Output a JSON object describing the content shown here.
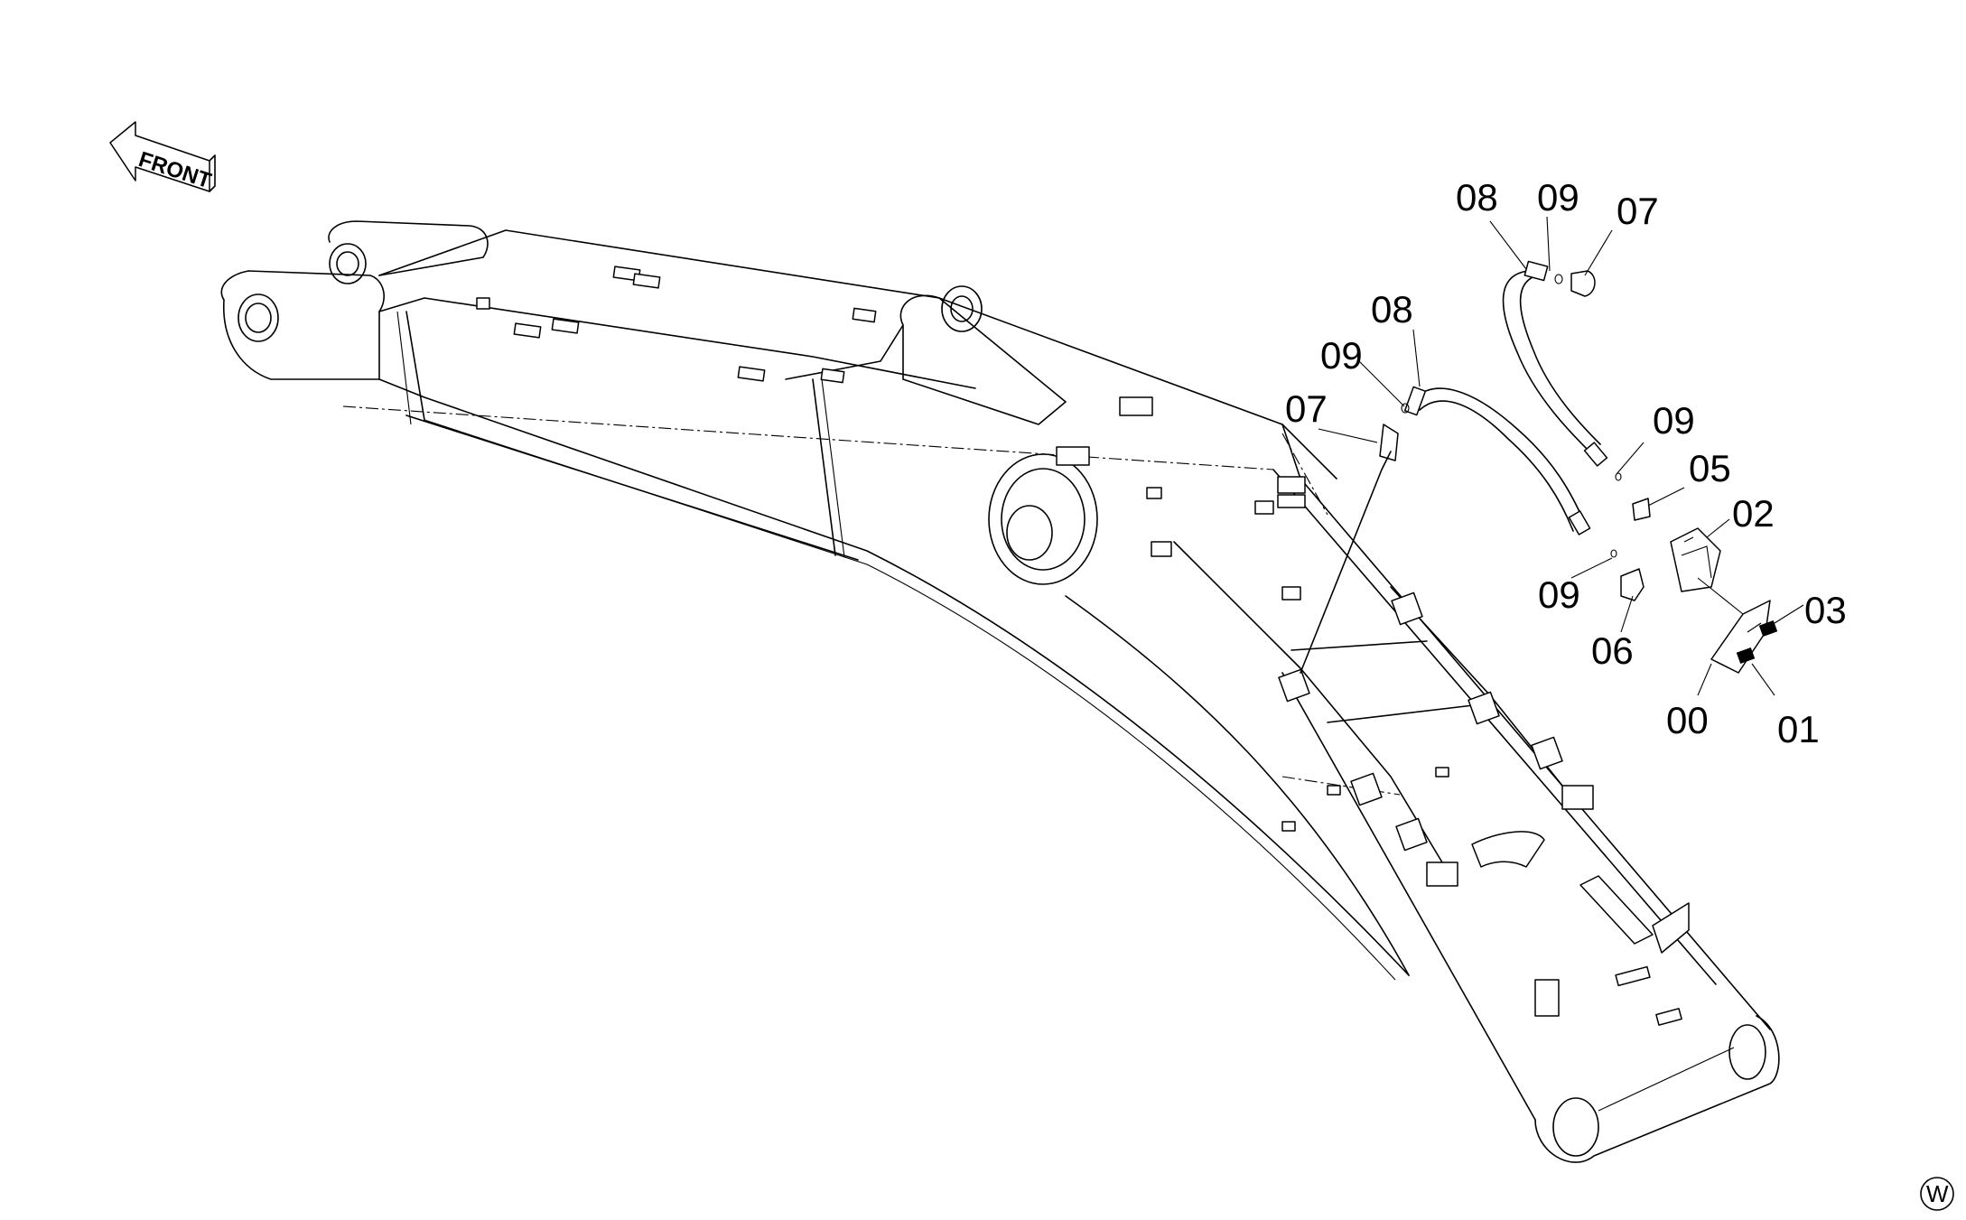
{
  "direction_label": "FRONT",
  "callouts": [
    {
      "id": "c-08-top",
      "text": "08"
    },
    {
      "id": "c-09-top",
      "text": "09"
    },
    {
      "id": "c-07-top",
      "text": "07"
    },
    {
      "id": "c-08-mid",
      "text": "08"
    },
    {
      "id": "c-09-mid",
      "text": "09"
    },
    {
      "id": "c-07-mid",
      "text": "07"
    },
    {
      "id": "c-09-right",
      "text": "09"
    },
    {
      "id": "c-05",
      "text": "05"
    },
    {
      "id": "c-02",
      "text": "02"
    },
    {
      "id": "c-09-low",
      "text": "09"
    },
    {
      "id": "c-06",
      "text": "06"
    },
    {
      "id": "c-03",
      "text": "03"
    },
    {
      "id": "c-00",
      "text": "00"
    },
    {
      "id": "c-01",
      "text": "01"
    }
  ],
  "corner_mark": "W"
}
